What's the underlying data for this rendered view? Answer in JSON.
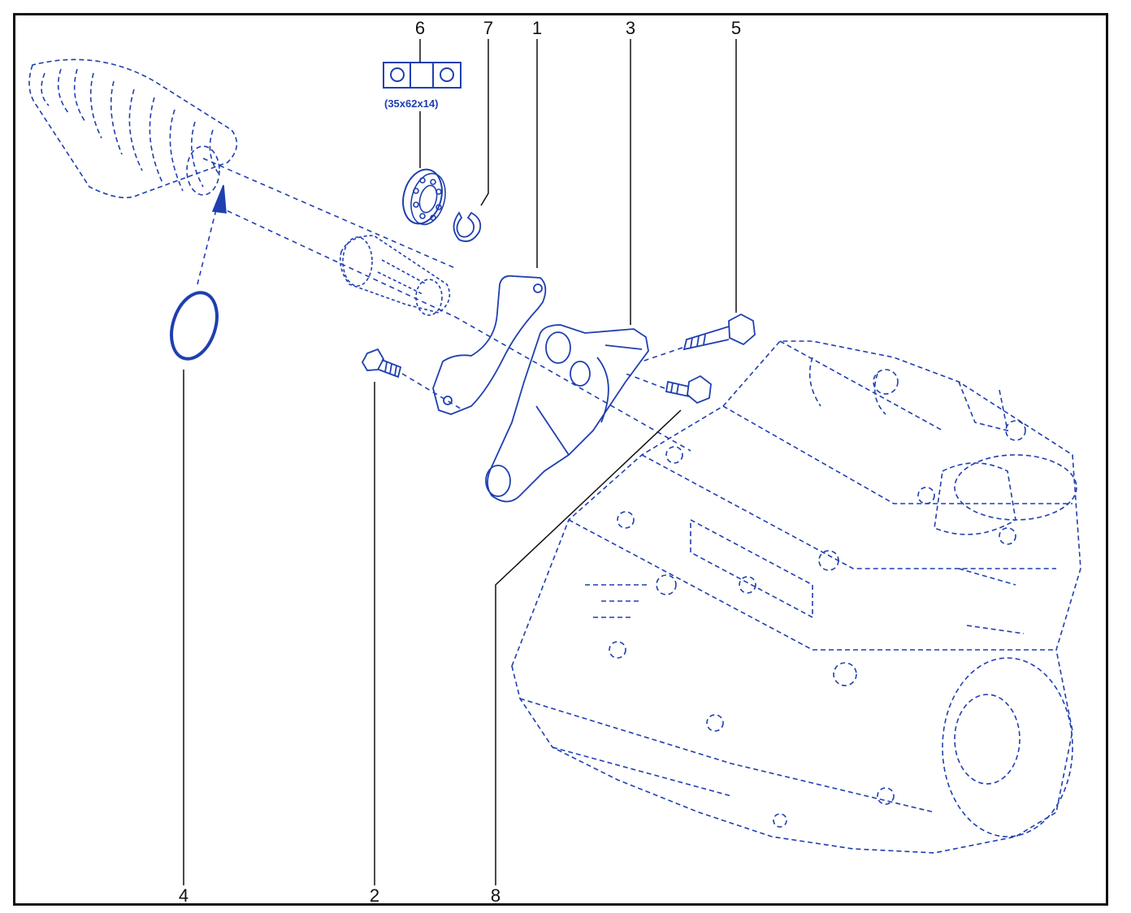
{
  "callouts": {
    "c1": "1",
    "c2": "2",
    "c3": "3",
    "c4": "4",
    "c5": "5",
    "c6": "6",
    "c7": "7",
    "c8": "8"
  },
  "bearing_dimension": "(35x62x14)",
  "colors": {
    "line": "#1f3fb0",
    "leader": "#111111",
    "frame": "#111111"
  }
}
